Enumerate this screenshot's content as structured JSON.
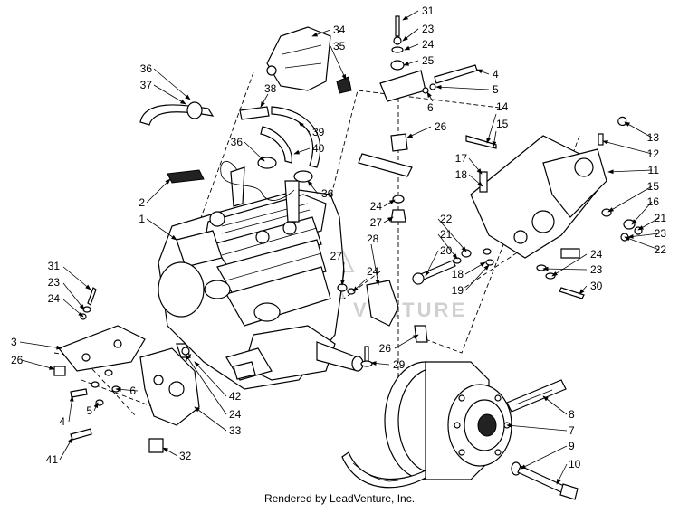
{
  "footer": "Rendered by LeadVenture, Inc.",
  "watermark_text": "VENTURE",
  "callouts": [
    {
      "id": "c31a",
      "label": "31"
    },
    {
      "id": "c23a",
      "label": "23"
    },
    {
      "id": "c24a",
      "label": "24"
    },
    {
      "id": "c25",
      "label": "25"
    },
    {
      "id": "c4a",
      "label": "4"
    },
    {
      "id": "c5a",
      "label": "5"
    },
    {
      "id": "c6a",
      "label": "6"
    },
    {
      "id": "c34",
      "label": "34"
    },
    {
      "id": "c35",
      "label": "35"
    },
    {
      "id": "c36a",
      "label": "36"
    },
    {
      "id": "c37",
      "label": "37"
    },
    {
      "id": "c38",
      "label": "38"
    },
    {
      "id": "c39",
      "label": "39"
    },
    {
      "id": "c40",
      "label": "40"
    },
    {
      "id": "c36b",
      "label": "36"
    },
    {
      "id": "c36c",
      "label": "36"
    },
    {
      "id": "c26a",
      "label": "26"
    },
    {
      "id": "c14",
      "label": "14"
    },
    {
      "id": "c15a",
      "label": "15"
    },
    {
      "id": "c13",
      "label": "13"
    },
    {
      "id": "c12",
      "label": "12"
    },
    {
      "id": "c11",
      "label": "11"
    },
    {
      "id": "c15b",
      "label": "15"
    },
    {
      "id": "c16",
      "label": "16"
    },
    {
      "id": "c21a",
      "label": "21"
    },
    {
      "id": "c23b",
      "label": "23"
    },
    {
      "id": "c22a",
      "label": "22"
    },
    {
      "id": "c17",
      "label": "17"
    },
    {
      "id": "c18a",
      "label": "18"
    },
    {
      "id": "c2",
      "label": "2"
    },
    {
      "id": "c1",
      "label": "1"
    },
    {
      "id": "c24b",
      "label": "24"
    },
    {
      "id": "c27a",
      "label": "27"
    },
    {
      "id": "c22b",
      "label": "22"
    },
    {
      "id": "c21b",
      "label": "21"
    },
    {
      "id": "c20",
      "label": "20"
    },
    {
      "id": "c28",
      "label": "28"
    },
    {
      "id": "c27b",
      "label": "27"
    },
    {
      "id": "c24c",
      "label": "24"
    },
    {
      "id": "c18b",
      "label": "18"
    },
    {
      "id": "c19",
      "label": "19"
    },
    {
      "id": "c24d",
      "label": "24"
    },
    {
      "id": "c23c",
      "label": "23"
    },
    {
      "id": "c30",
      "label": "30"
    },
    {
      "id": "c31b",
      "label": "31"
    },
    {
      "id": "c23d",
      "label": "23"
    },
    {
      "id": "c24e",
      "label": "24"
    },
    {
      "id": "c3",
      "label": "3"
    },
    {
      "id": "c26b",
      "label": "26"
    },
    {
      "id": "c26c",
      "label": "26"
    },
    {
      "id": "c29",
      "label": "29"
    },
    {
      "id": "c6b",
      "label": "6"
    },
    {
      "id": "c5b",
      "label": "5"
    },
    {
      "id": "c4b",
      "label": "4"
    },
    {
      "id": "c42",
      "label": "42"
    },
    {
      "id": "c24f",
      "label": "24"
    },
    {
      "id": "c33",
      "label": "33"
    },
    {
      "id": "c41",
      "label": "41"
    },
    {
      "id": "c32",
      "label": "32"
    },
    {
      "id": "c8",
      "label": "8"
    },
    {
      "id": "c7",
      "label": "7"
    },
    {
      "id": "c9",
      "label": "9"
    },
    {
      "id": "c10",
      "label": "10"
    }
  ]
}
